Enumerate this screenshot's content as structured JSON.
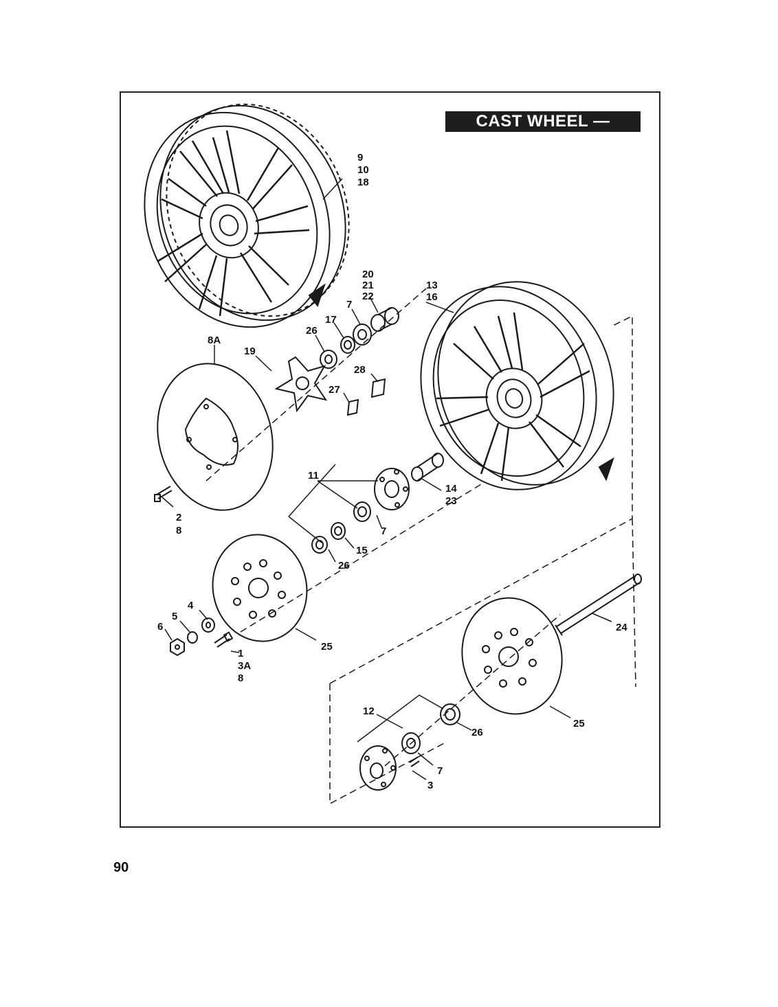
{
  "diagram": {
    "title": "CAST WHEEL — FRONT",
    "page_number": "90",
    "callouts": [
      {
        "key": "9-10-18",
        "text": [
          "9",
          "10",
          "18"
        ]
      },
      {
        "key": "20-21-22",
        "text": [
          "20",
          "21",
          "22"
        ]
      },
      {
        "key": "13-16",
        "text": [
          "13",
          "16"
        ]
      },
      {
        "key": "7a",
        "text": [
          "7"
        ]
      },
      {
        "key": "17",
        "text": [
          "17"
        ]
      },
      {
        "key": "26a",
        "text": [
          "26"
        ]
      },
      {
        "key": "8A",
        "text": [
          "8A"
        ]
      },
      {
        "key": "19",
        "text": [
          "19"
        ]
      },
      {
        "key": "28",
        "text": [
          "28"
        ]
      },
      {
        "key": "27",
        "text": [
          "27"
        ]
      },
      {
        "key": "11",
        "text": [
          "11"
        ]
      },
      {
        "key": "14-23",
        "text": [
          "14",
          "23"
        ]
      },
      {
        "key": "7b",
        "text": [
          "7"
        ]
      },
      {
        "key": "15",
        "text": [
          "15"
        ]
      },
      {
        "key": "26b",
        "text": [
          "26"
        ]
      },
      {
        "key": "2-8",
        "text": [
          "2",
          "8"
        ]
      },
      {
        "key": "4",
        "text": [
          "4"
        ]
      },
      {
        "key": "5",
        "text": [
          "5"
        ]
      },
      {
        "key": "6",
        "text": [
          "6"
        ]
      },
      {
        "key": "1-3A-8",
        "text": [
          "1",
          "3A",
          "8"
        ]
      },
      {
        "key": "25a",
        "text": [
          "25"
        ]
      },
      {
        "key": "24",
        "text": [
          "24"
        ]
      },
      {
        "key": "12",
        "text": [
          "12"
        ]
      },
      {
        "key": "26c",
        "text": [
          "26"
        ]
      },
      {
        "key": "25b",
        "text": [
          "25"
        ]
      },
      {
        "key": "7c",
        "text": [
          "7"
        ]
      },
      {
        "key": "3",
        "text": [
          "3"
        ]
      }
    ]
  }
}
